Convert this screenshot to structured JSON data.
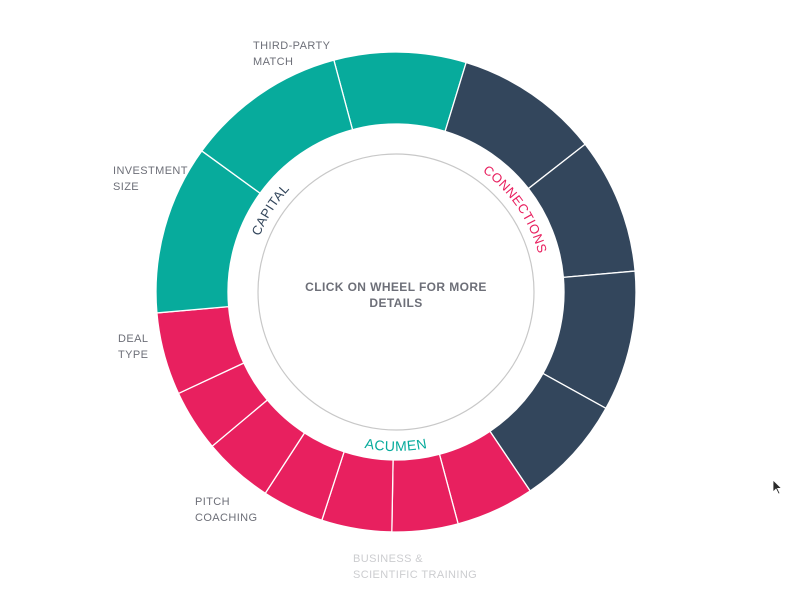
{
  "wheel": {
    "colors": {
      "capital": "#07ab9c",
      "connections": "#33465c",
      "acumen": "#e8205f",
      "divider": "#ffffff",
      "inner_circle": "#c8c8c8"
    },
    "segments": [
      {
        "group": "capital",
        "start_deg": -15,
        "end_deg": 17
      },
      {
        "group": "connections",
        "start_deg": 17,
        "end_deg": 52
      },
      {
        "group": "connections",
        "start_deg": 52,
        "end_deg": 85
      },
      {
        "group": "connections",
        "start_deg": 85,
        "end_deg": 119
      },
      {
        "group": "connections",
        "start_deg": 119,
        "end_deg": 146
      },
      {
        "group": "acumen",
        "start_deg": 146,
        "end_deg": 165
      },
      {
        "group": "acumen",
        "start_deg": 165,
        "end_deg": 181
      },
      {
        "group": "acumen",
        "start_deg": 181,
        "end_deg": 198
      },
      {
        "group": "acumen",
        "start_deg": 198,
        "end_deg": 213
      },
      {
        "group": "acumen",
        "start_deg": 213,
        "end_deg": 230
      },
      {
        "group": "acumen",
        "start_deg": 230,
        "end_deg": 245
      },
      {
        "group": "acumen",
        "start_deg": 245,
        "end_deg": 265
      },
      {
        "group": "capital",
        "start_deg": 265,
        "end_deg": 306
      },
      {
        "group": "capital",
        "start_deg": 306,
        "end_deg": 345
      }
    ],
    "sections": [
      {
        "label": "CAPITAL",
        "color": "#33465c"
      },
      {
        "label": "CONNECTIONS",
        "color": "#e8205f"
      },
      {
        "label": "ACUMEN",
        "color": "#07ab9c"
      }
    ],
    "center_text": "CLICK ON WHEEL FOR MORE\nDETAILS"
  },
  "labels": {
    "third_party_match": "THIRD-PARTY\nMATCH",
    "investment_size": "INVESTMENT\nSIZE",
    "deal_type": "DEAL\nTYPE",
    "pitch_coaching": "PITCH\nCOACHING",
    "business_scientific_training": "BUSINESS &\nSCIENTIFIC TRAINING"
  }
}
